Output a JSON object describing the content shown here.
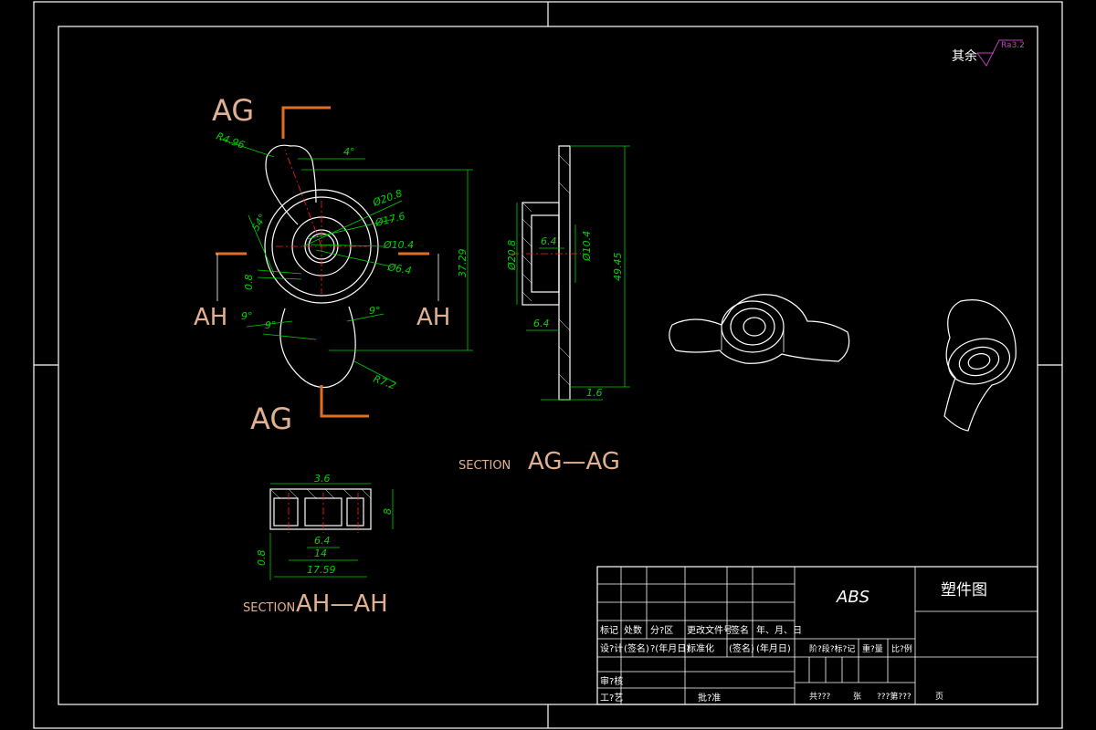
{
  "surface_note": {
    "label": "其余",
    "ra": "Ra3.2"
  },
  "views": {
    "front": {
      "cut_markers": {
        "ag": "AG",
        "ah": "AH"
      },
      "dims": {
        "r_top": "R4.96",
        "angle_top": "4°",
        "angle_side": "54°",
        "d1": "Ø20.8",
        "d2": "Ø17.6",
        "d3": "Ø10.4",
        "d4": "Ø6.4",
        "height": "37.29",
        "gap": "0.8",
        "angle_left": "9°",
        "angle_left2": "9°",
        "angle_right": "9°",
        "r_bottom": "R7.2"
      }
    },
    "section_ag": {
      "caption_word": "SECTION",
      "caption_code": "AG—AG",
      "dims": {
        "outer_dia": "Ø20.8",
        "bore": "6.4",
        "inner_dia": "Ø10.4",
        "total_height": "49.45",
        "step": "6.4",
        "flange": "1.6"
      }
    },
    "section_ah": {
      "caption_word": "SECTION",
      "caption_code": "AH—AH",
      "dims": {
        "top": "3.6",
        "height": "8",
        "inner": "6.4",
        "mid": "14",
        "total": "17.59",
        "gap": "0.8"
      }
    }
  },
  "title_block": {
    "material": "ABS",
    "drawing_name": "塑件图",
    "headers": [
      "标记",
      "处数",
      "分?区",
      "更改文件号",
      "签名",
      "年、月、日"
    ],
    "row_design": [
      "设?计",
      "(签名)",
      "?(年月日)",
      "标准化",
      "(签名)",
      "(年月日)"
    ],
    "stage_headers": [
      "阶?段?标?记",
      "重?量",
      "比?例"
    ],
    "row_check": [
      "审?核"
    ],
    "row_process": [
      "工?艺",
      "批?准"
    ],
    "sheet_total": "共???",
    "sheet_mark": "张",
    "sheet_no": "???第???",
    "page_word": "页"
  }
}
